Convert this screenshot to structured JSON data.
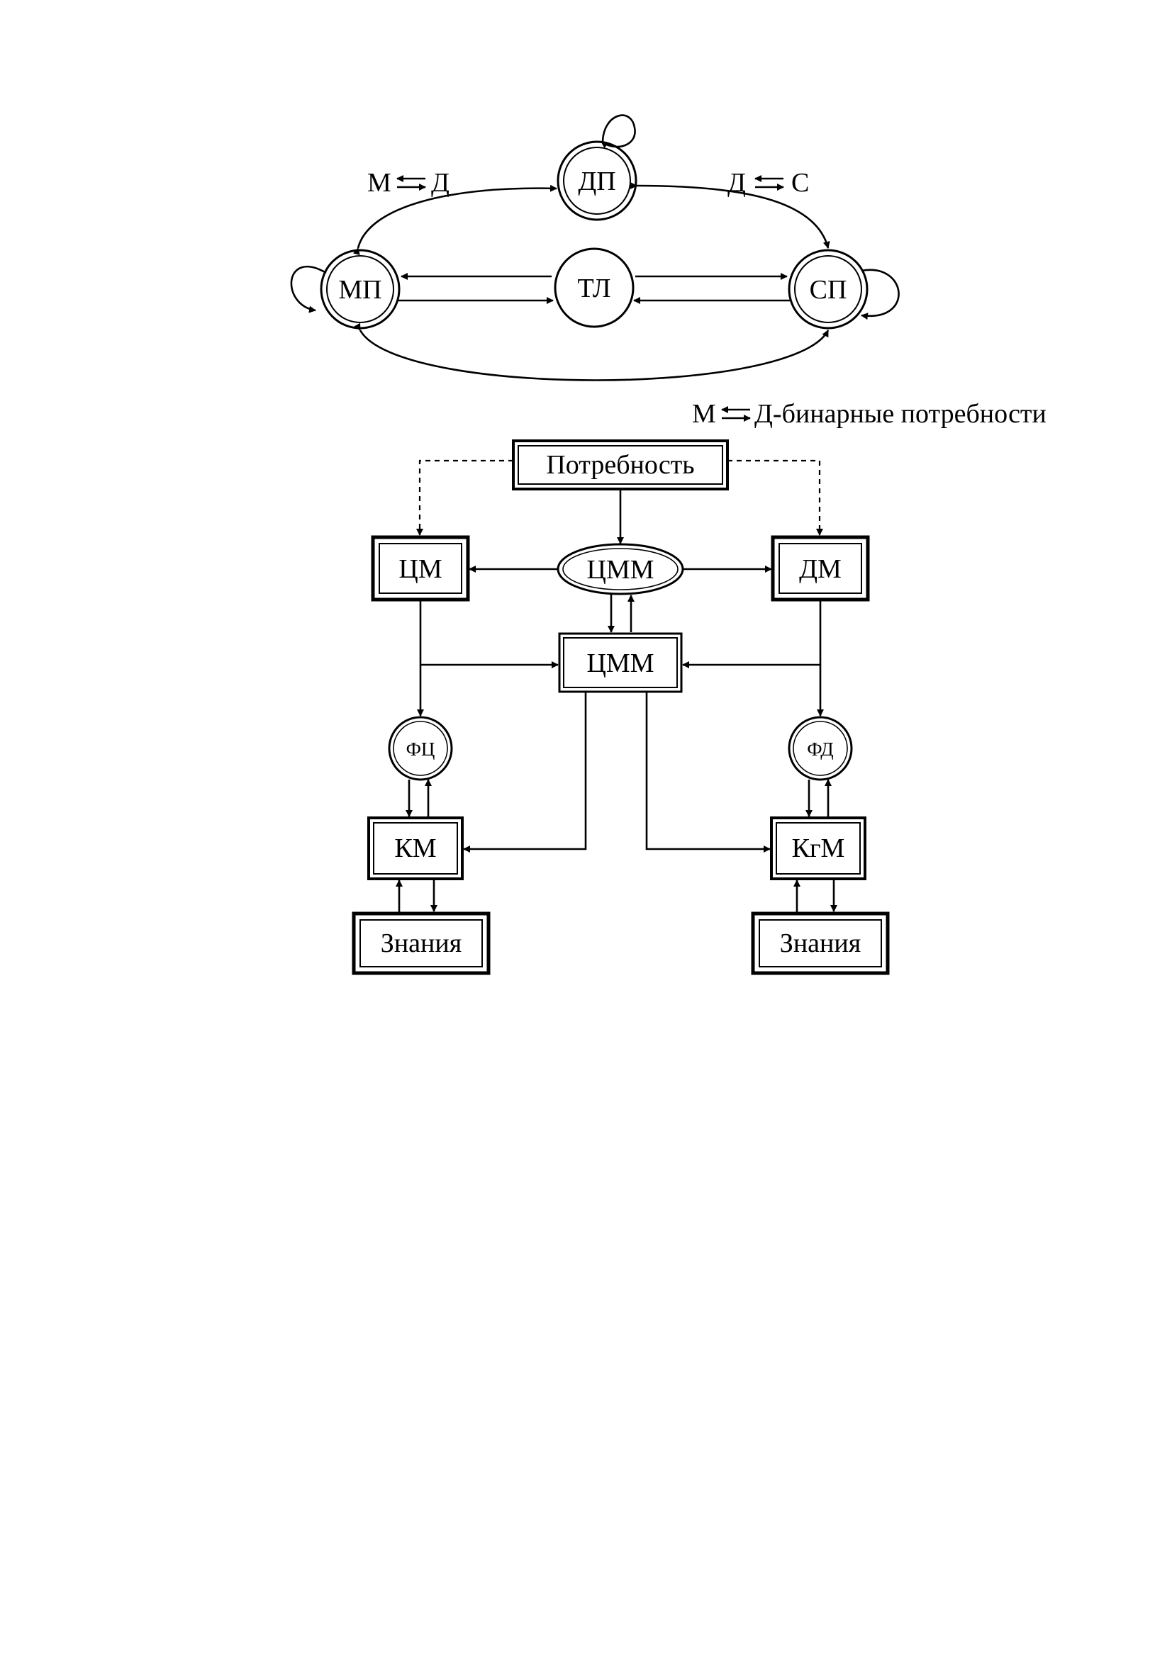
{
  "state_graph": {
    "nodes": {
      "dp": "ДП",
      "mp": "МП",
      "tl": "ТЛ",
      "sp": "СП"
    },
    "labels": {
      "m_d_left": {
        "left": "М",
        "right": "Д"
      },
      "d_c_right": {
        "left": "Д",
        "right": "С"
      },
      "m_d_binary": {
        "left": "М",
        "right": "Д-бинарные потребности"
      }
    }
  },
  "flow": {
    "need": "Потребность",
    "cm": "ЦМ",
    "cmm_ellipse": "ЦММ",
    "dm": "ДМ",
    "cmm_box": "ЦММ",
    "fc": "ФЦ",
    "fd": "ФД",
    "km": "КМ",
    "kgm": "КгМ",
    "knowledge_left": "Знания",
    "knowledge_right": "Знания"
  }
}
